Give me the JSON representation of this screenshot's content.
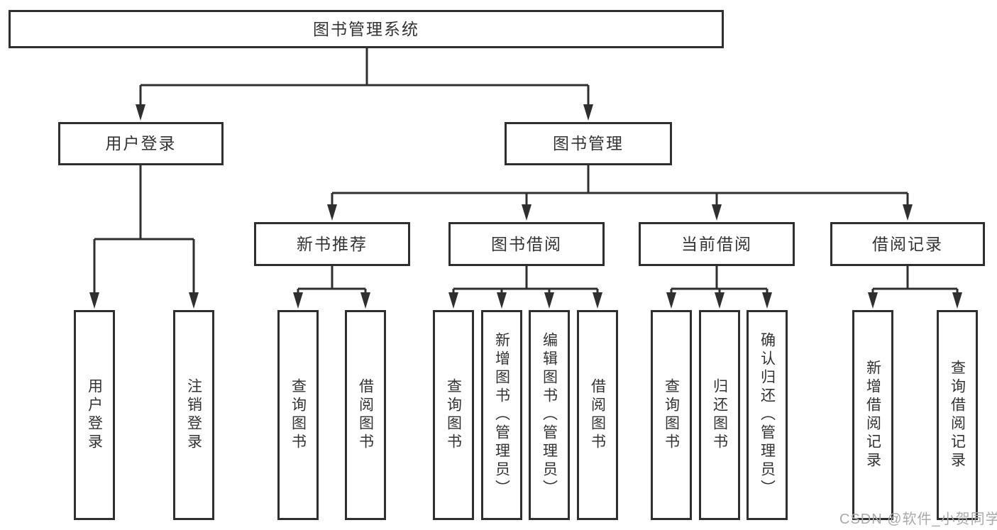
{
  "root": {
    "label": "图书管理系统",
    "children": [
      {
        "label": "用户登录",
        "leaves": [
          "用户登录",
          "注销登录"
        ]
      },
      {
        "label": "图书管理",
        "children": [
          {
            "label": "新书推荐",
            "leaves": [
              "查询图书",
              "借阅图书"
            ]
          },
          {
            "label": "图书借阅",
            "leaves": [
              "查询图书",
              "新增图书（管理员）",
              "编辑图书（管理员）",
              "借阅图书"
            ]
          },
          {
            "label": "当前借阅",
            "leaves": [
              "查询图书",
              "归还图书",
              "确认归还（管理员）"
            ]
          },
          {
            "label": "借阅记录",
            "leaves": [
              "新增借阅记录",
              "查询借阅记录"
            ]
          }
        ]
      }
    ]
  },
  "watermark": "CSDN @软件_小贺同学",
  "colors": {
    "line": "#2f2f2f",
    "text": "#333333",
    "background": "#ffffff",
    "watermark": "#a9a9a9"
  }
}
